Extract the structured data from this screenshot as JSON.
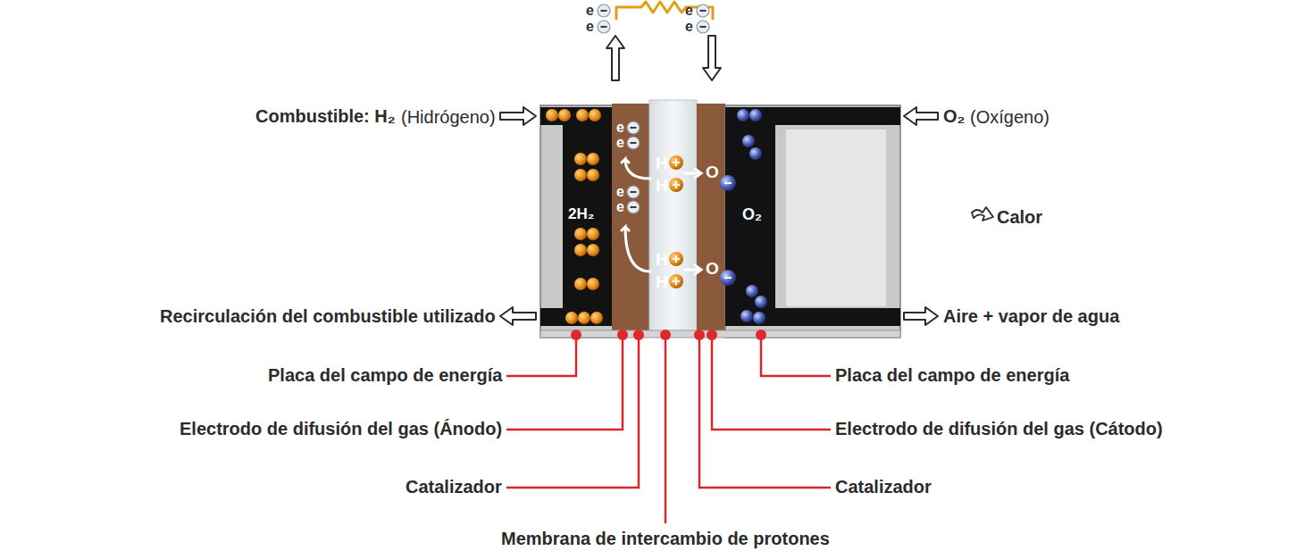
{
  "diagram": {
    "labels": [
      "e",
      "e",
      "e",
      "e",
      "Combustible: H₂",
      "(Hidrógeno)",
      "O₂",
      "(Oxígeno)",
      "e",
      "e",
      "e",
      "e",
      "H",
      "O",
      "H",
      "2H₂",
      "O₂",
      "Calor",
      "H",
      "O",
      "H",
      "Recirculación del combustible utilizado",
      "Aire + vapor de agua",
      "Placa del campo de energía",
      "Placa del campo de energía",
      "Electrodo de difusión del gas (Ánodo)",
      "Electrodo de difusión del gas (Cátodo)",
      "Catalizador",
      "Catalizador",
      "Membrana de intercambio de protones"
    ]
  }
}
